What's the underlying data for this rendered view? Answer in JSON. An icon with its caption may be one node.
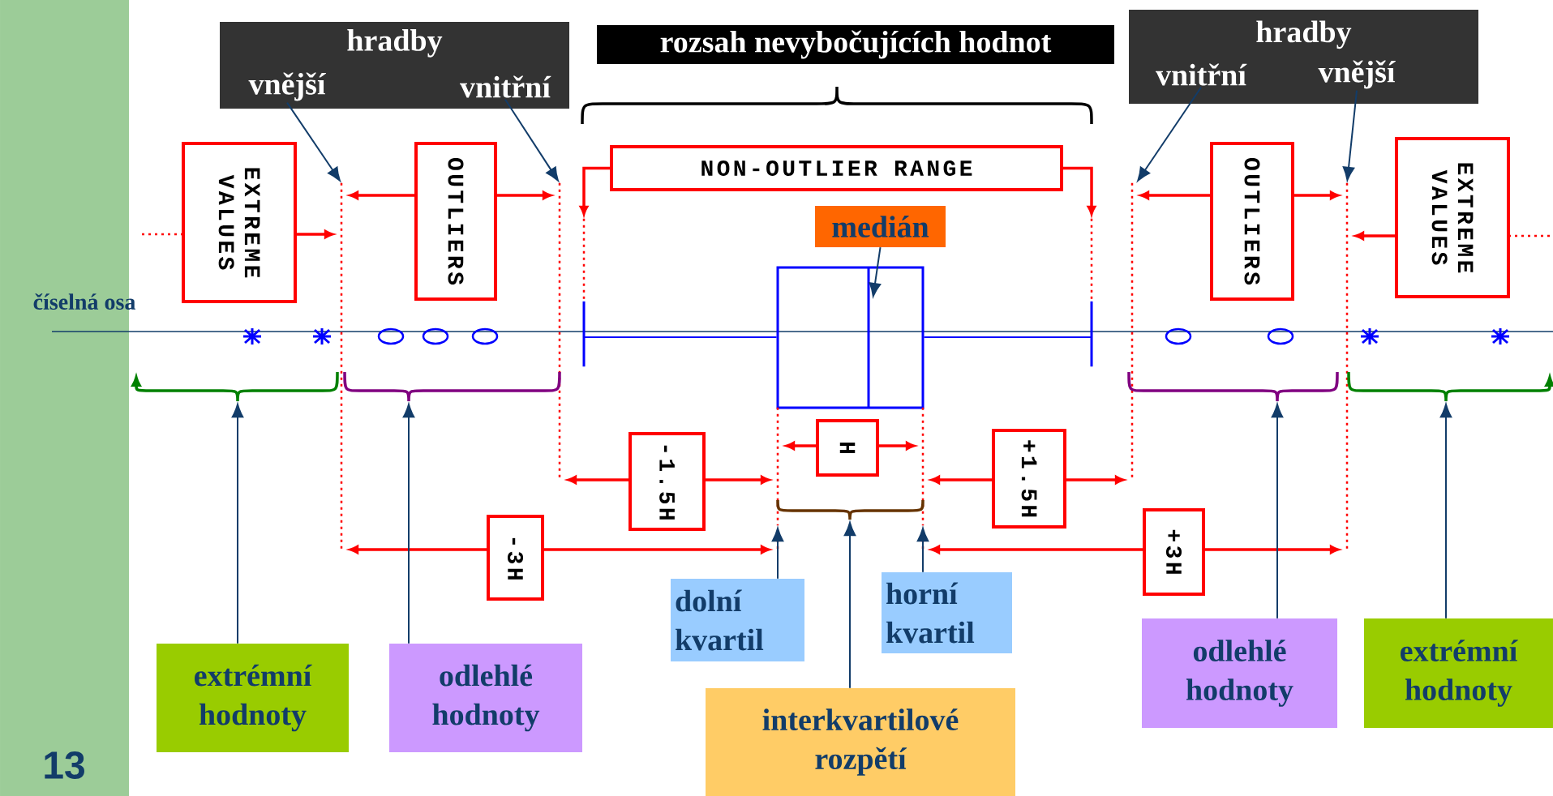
{
  "diagram": {
    "nodes": [
      {
        "text": [
          "hradby"
        ]
      },
      {
        "text": [
          "vnější"
        ],
        "in": 0
      },
      {
        "text": [
          "vnitřní"
        ],
        "in": 0
      },
      {
        "text": [
          "rozsah nevybočujících hodnot"
        ]
      },
      {
        "text": [
          "hradby"
        ]
      },
      {
        "text": [
          "vnitřní"
        ],
        "in": 4
      },
      {
        "text": [
          "vnější"
        ],
        "in": 4
      },
      {
        "text": [
          "EXTREME VALUES"
        ]
      },
      {
        "text": [
          "OUTLIERS"
        ]
      },
      {
        "text": [
          "NON-OUTLIER RANGE"
        ]
      },
      {
        "text": [
          "OUTLIERS"
        ]
      },
      {
        "text": [
          "EXTREME VALUES"
        ]
      },
      {
        "text": [
          "medián"
        ]
      },
      {
        "text": [
          "H"
        ]
      },
      {
        "text": [
          "-1.5H"
        ]
      },
      {
        "text": [
          "+1.5H"
        ]
      },
      {
        "text": [
          "-3H"
        ]
      },
      {
        "text": [
          "+3H"
        ]
      },
      {
        "text": [
          "dolní kvartil"
        ]
      },
      {
        "text": [
          "horní kvartil"
        ]
      },
      {
        "text": [
          "extrémní hodnoty"
        ]
      },
      {
        "text": [
          "odlehlé hodnoty"
        ]
      },
      {
        "text": [
          "interkvartilové rozpětí"
        ]
      },
      {
        "text": [
          "odlehlé hodnoty"
        ]
      },
      {
        "text": [
          "extrémní hodnoty"
        ]
      },
      {
        "text": [],
        "shape": "box"
      },
      {
        "text": [],
        "shape": "line",
        "in": 25
      },
      {
        "text": [],
        "shape": "line"
      },
      {
        "text": [],
        "shape": "line"
      },
      {
        "text": [],
        "shape": "line"
      },
      {
        "text": [],
        "shape": "line"
      },
      {
        "text": [],
        "shape": "line"
      },
      {
        "text": [],
        "shape": "line"
      },
      {
        "text": [],
        "shape": "line"
      },
      {
        "text": [],
        "shape": "line"
      },
      {
        "text": [],
        "shape": "brace"
      },
      {
        "text": [],
        "shape": "brace"
      },
      {
        "text": [],
        "shape": "brace"
      },
      {
        "text": [],
        "shape": "brace"
      },
      {
        "text": [],
        "shape": "brace"
      },
      {
        "text": [],
        "shape": "line"
      },
      {
        "text": [],
        "shape": "line"
      }
    ],
    "edges": [
      {
        "from": 1,
        "to": 27,
        "arrow": "to",
        "color": "#123c69"
      },
      {
        "from": 2,
        "to": 28,
        "arrow": "to",
        "color": "#123c69"
      },
      {
        "from": 5,
        "to": 33,
        "arrow": "to",
        "color": "#123c69"
      },
      {
        "from": 6,
        "to": 34,
        "arrow": "to",
        "color": "#123c69"
      },
      {
        "from": 7,
        "to": 27,
        "arrow": "to"
      },
      {
        "from": 8,
        "to": 27,
        "arrow": "to"
      },
      {
        "from": 8,
        "to": 28,
        "arrow": "to"
      },
      {
        "from": 9,
        "to": 29,
        "arrow": "to"
      },
      {
        "from": 9,
        "to": 32,
        "arrow": "to"
      },
      {
        "from": 10,
        "to": 33,
        "arrow": "to"
      },
      {
        "from": 10,
        "to": 34,
        "arrow": "to"
      },
      {
        "from": 11,
        "to": 34,
        "arrow": "to"
      },
      {
        "from": 12,
        "to": 26,
        "arrow": "to",
        "color": "#123c69"
      },
      {
        "from": 13,
        "to": 30,
        "arrow": "to"
      },
      {
        "from": 13,
        "to": 31,
        "arrow": "to"
      },
      {
        "from": 14,
        "to": 28,
        "arrow": "to"
      },
      {
        "from": 14,
        "to": 30,
        "arrow": "to"
      },
      {
        "from": 15,
        "to": 31,
        "arrow": "to"
      },
      {
        "from": 15,
        "to": 33,
        "arrow": "to"
      },
      {
        "from": 16,
        "to": 27,
        "arrow": "to"
      },
      {
        "from": 16,
        "to": 30,
        "arrow": "to"
      },
      {
        "from": 17,
        "to": 31,
        "arrow": "to"
      },
      {
        "from": 17,
        "to": 34,
        "arrow": "to"
      },
      {
        "from": 18,
        "to": 30,
        "arrow": "to",
        "color": "#123c69"
      },
      {
        "from": 19,
        "to": 31,
        "arrow": "to",
        "color": "#123c69"
      },
      {
        "from": 20,
        "to": 35,
        "arrow": "to",
        "color": "#123c69"
      },
      {
        "from": 21,
        "to": 36,
        "arrow": "to",
        "color": "#123c69"
      },
      {
        "from": 22,
        "to": 37,
        "arrow": "to",
        "color": "#123c69"
      },
      {
        "from": 23,
        "to": 38,
        "arrow": "to",
        "color": "#123c69"
      },
      {
        "from": 24,
        "to": 39,
        "arrow": "to",
        "color": "#123c69"
      },
      {
        "from": 25,
        "to": 40,
        "arrow": "none",
        "color": "#0000ff"
      },
      {
        "from": 25,
        "to": 41,
        "arrow": "none",
        "color": "#0000ff"
      }
    ],
    "labels": [
      "číselná osa",
      "13"
    ]
  }
}
